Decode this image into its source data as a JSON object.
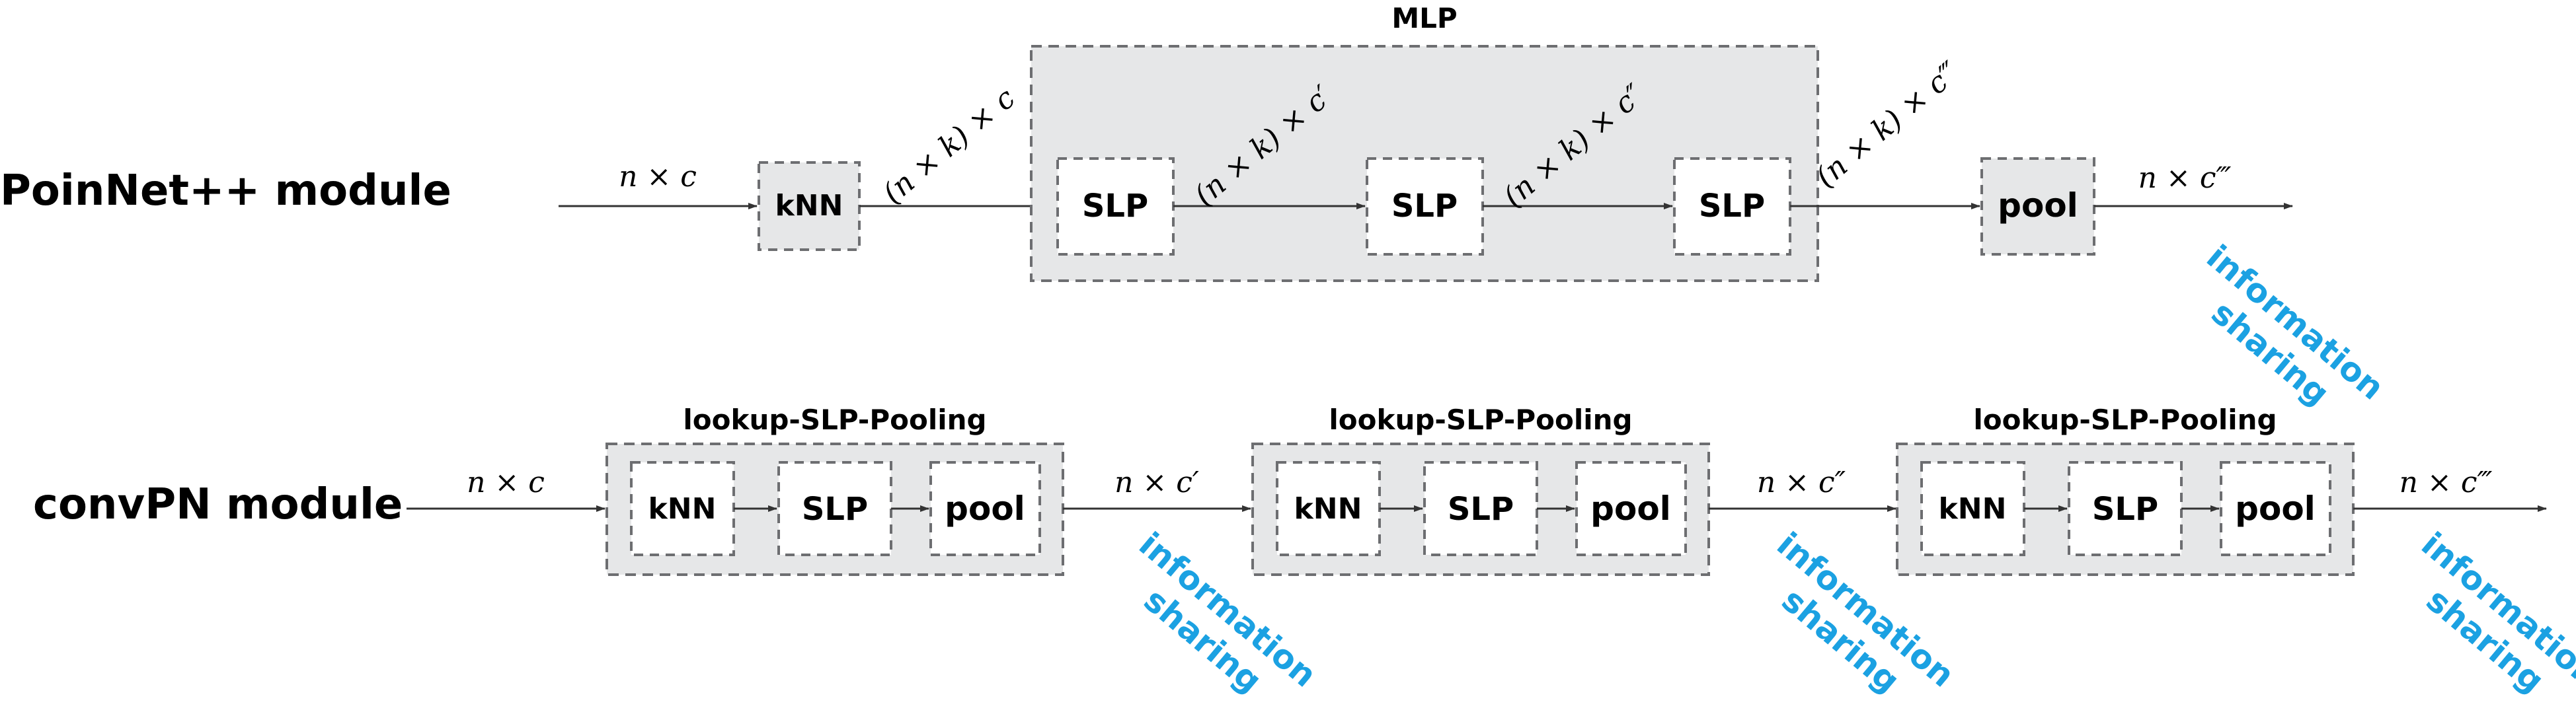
{
  "colors": {
    "group_fill": "#e6e7e8",
    "box_border": "#6d6e71",
    "arrow": "#333333",
    "info_text": "#1ba1e2"
  },
  "rows": {
    "pointnet": {
      "label": "PoinNet++ module",
      "knn": "kNN",
      "mlp_title": "MLP",
      "slp": [
        "SLP",
        "SLP",
        "SLP"
      ],
      "pool": "pool",
      "dims": [
        "n × c",
        "(n × k) × c",
        "(n × k) × c′",
        "(n × k) × c″",
        "(n × k) × c‴",
        "n × c‴"
      ],
      "info": [
        "information",
        "sharing"
      ]
    },
    "convpn": {
      "label": "convPN module",
      "group_titles": [
        "lookup-SLP-Pooling",
        "lookup-SLP-Pooling",
        "lookup-SLP-Pooling"
      ],
      "groups": [
        {
          "knn": "kNN",
          "slp": "SLP",
          "pool": "pool"
        },
        {
          "knn": "kNN",
          "slp": "SLP",
          "pool": "pool"
        },
        {
          "knn": "kNN",
          "slp": "SLP",
          "pool": "pool"
        }
      ],
      "dims": [
        "n × c",
        "n × c′",
        "n × c″",
        "n × c‴"
      ],
      "info": [
        [
          "information",
          "sharing"
        ],
        [
          "information",
          "sharing"
        ],
        [
          "information",
          "sharing"
        ]
      ]
    }
  }
}
